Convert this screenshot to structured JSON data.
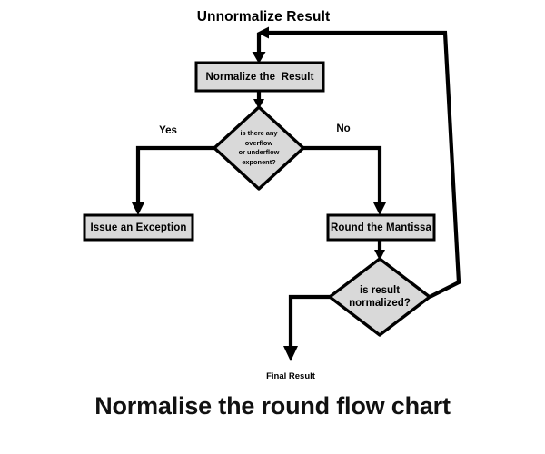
{
  "title": "Normalise the round flow chart",
  "colors": {
    "node_fill": "#d9d9d9",
    "stroke": "#000000",
    "background": "#ffffff",
    "title_color": "#111111"
  },
  "labels": {
    "unnormalize": "Unnormalize Result",
    "final_result": "Final Result"
  },
  "nodes": {
    "normalize_box": "Normalize the  Result",
    "exception_box": "Issue an Exception",
    "round_box": "Round the Mantissa",
    "overflow_diamond": {
      "line1": "is there any",
      "line2": "overflow",
      "line3": "or underflow",
      "line4": "exponent?"
    },
    "normalized_diamond": {
      "line1": "is result",
      "line2": "normalized?"
    }
  },
  "edges": {
    "yes": "Yes",
    "no": "No"
  }
}
